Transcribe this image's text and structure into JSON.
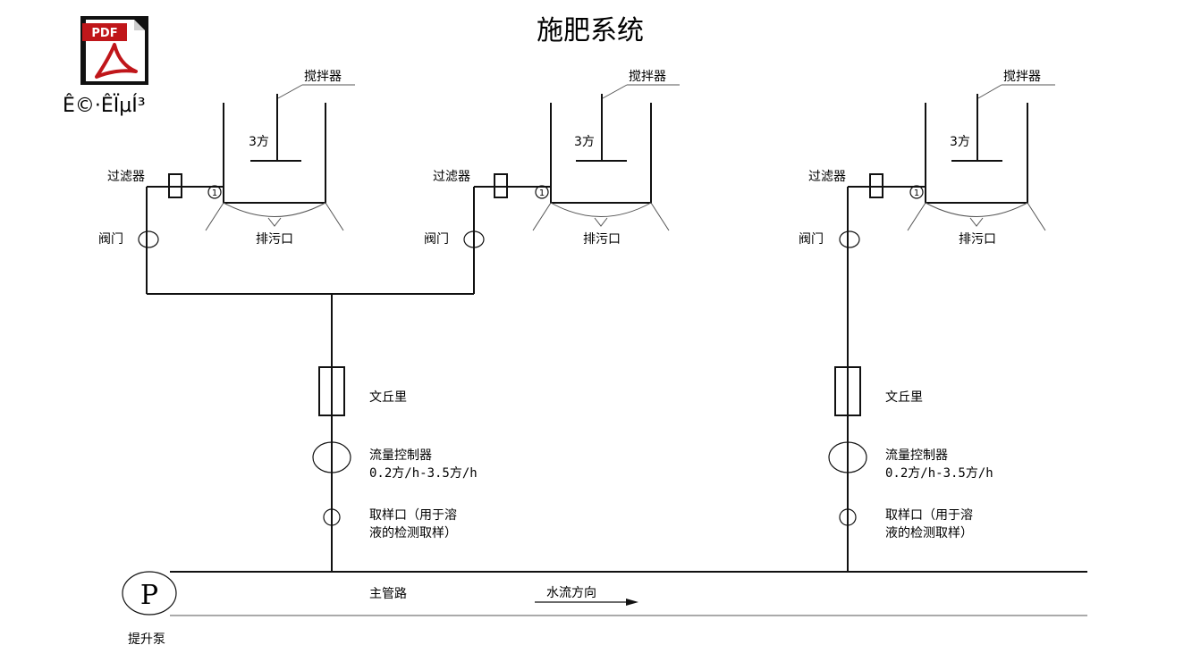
{
  "title": "施肥系统",
  "attachment": {
    "badge": "PDF",
    "caption": "Ê©·ÊÏµÍ³"
  },
  "tank": {
    "agitator": "搅拌器",
    "volume": "3方",
    "filter": "过滤器",
    "valve": "阀门",
    "drain": "排污口",
    "marker": "1"
  },
  "branch": {
    "venturi": "文丘里",
    "flow_controller": "流量控制器",
    "flow_range": "0.2方/h-3.5方/h",
    "sample_line1": "取样口（用于溶",
    "sample_line2": "液的检测取样）"
  },
  "main": {
    "pipe": "主管路",
    "flow_direction": "水流方向",
    "pump_symbol": "P",
    "pump_label": "提升泵"
  }
}
